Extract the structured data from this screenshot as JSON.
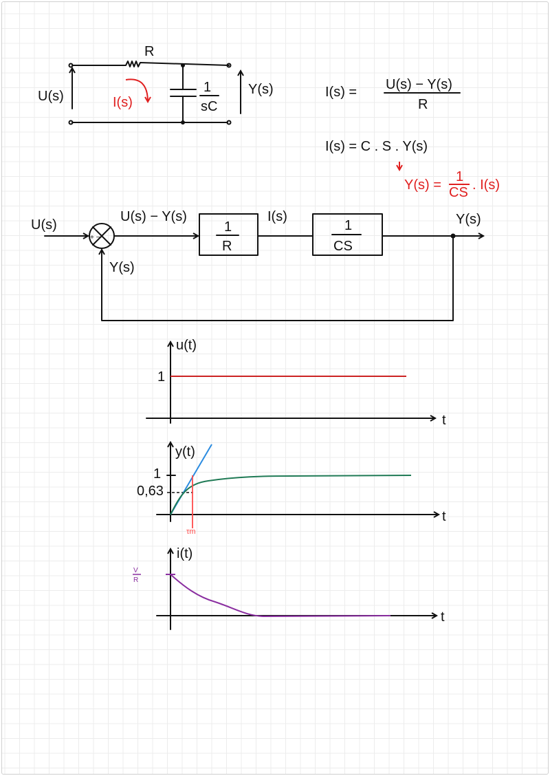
{
  "circuit": {
    "resistor_label": "R",
    "input_label": "U(s)",
    "current_label": "I(s)",
    "cap_num": "1",
    "cap_den": "sC",
    "output_label": "Y(s)"
  },
  "equations": {
    "eq1_lhs": "I(s) =",
    "eq1_num": "U(s) − Y(s)",
    "eq1_den": "R",
    "eq2": "I(s) = C . S . Y(s)",
    "eq3_lhs": "Y(s) =",
    "eq3_num": "1",
    "eq3_den": "CS",
    "eq3_rhs": ". I(s)"
  },
  "block_diagram": {
    "input": "U(s)",
    "sum_signs": "+ −",
    "error": "U(s) − Y(s)",
    "block1_num": "1",
    "block1_den": "R",
    "intermediate": "I(s)",
    "block2_num": "1",
    "block2_den": "CS",
    "output": "Y(s)",
    "feedback": "Y(s)"
  },
  "plots": [
    {
      "ylabel": "u(t)",
      "xlabel": "t",
      "ticks": [
        "1"
      ],
      "color": "#cc2222"
    },
    {
      "ylabel": "y(t)",
      "xlabel": "t",
      "ticks": [
        "1",
        "0,63"
      ],
      "marker": "τm",
      "colors": {
        "response": "#1f7a55",
        "tangent": "#2a8be0",
        "marker": "#ff4a4a"
      }
    },
    {
      "ylabel": "i(t)",
      "xlabel": "t",
      "tick_num": "V",
      "tick_den": "R",
      "color": "#8a2ea0"
    }
  ]
}
